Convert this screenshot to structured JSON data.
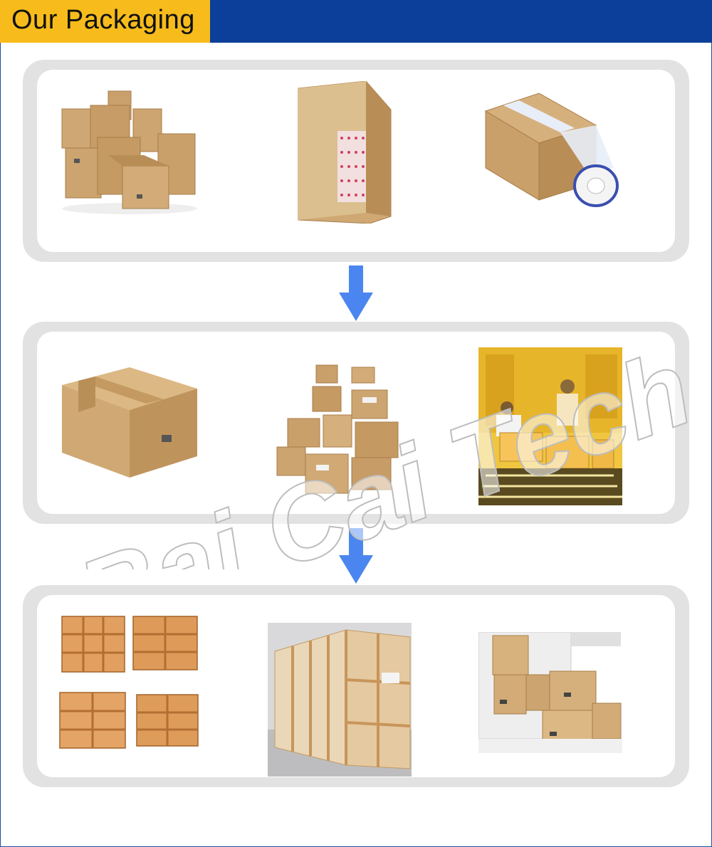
{
  "header": {
    "title": "Our Packaging"
  },
  "watermark": {
    "text": "Bai Cai Tech"
  },
  "stages": [
    {
      "photos": [
        "stacked-cardboard-boxes",
        "open-box-with-bubble-wrap",
        "box-with-packing-tape"
      ]
    },
    {
      "photos": [
        "sealed-carton",
        "pile-of-cartons",
        "warehouse-loading-conveyor"
      ]
    },
    {
      "photos": [
        "wooden-crates-grid",
        "large-wooden-crate",
        "boxes-in-truck"
      ]
    }
  ],
  "colors": {
    "header_bg": "#0c3f99",
    "header_tab": "#f7bc1b",
    "arrow": "#4b86f0",
    "panel": "#e2e2e2",
    "cardboard": "#c9a06b"
  }
}
